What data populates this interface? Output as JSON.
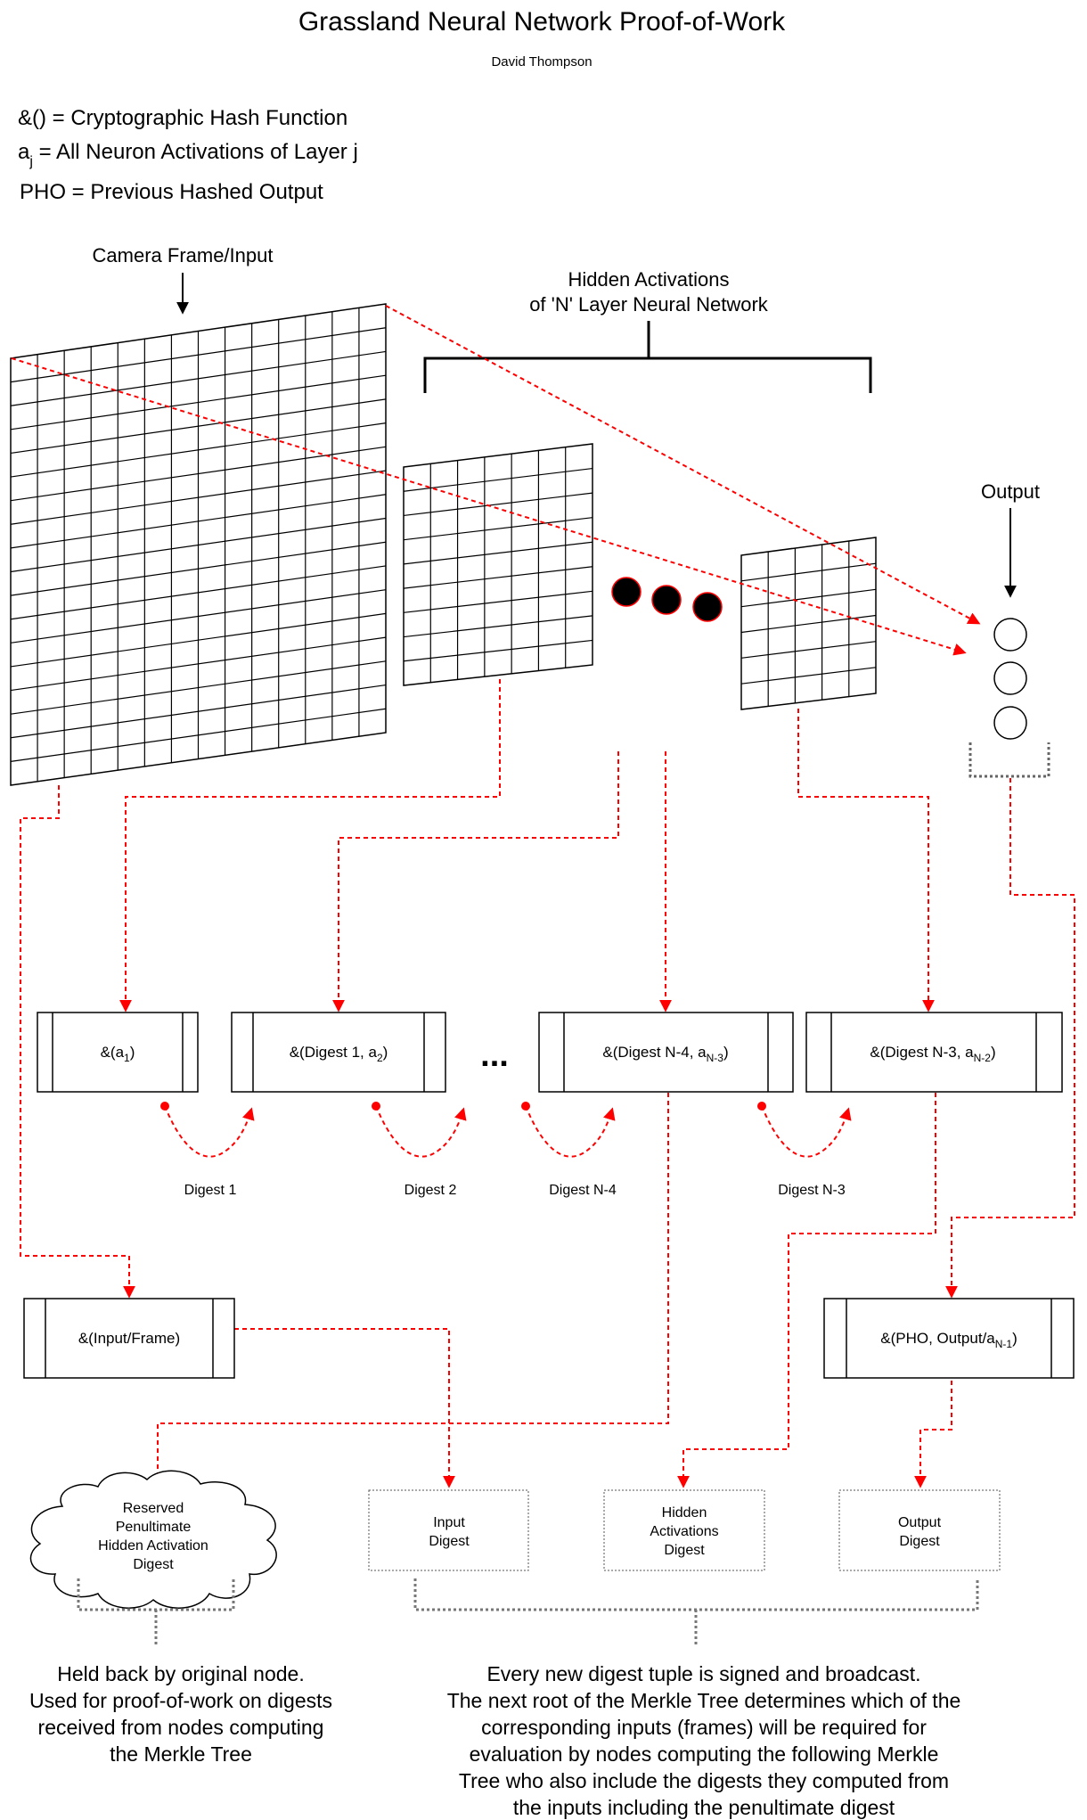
{
  "title": "Grassland Neural Network Proof-of-Work",
  "author": "David Thompson",
  "legend": {
    "hash_line": "&() = Cryptographic Hash Function",
    "activations_pre": "a",
    "activations_sub": "j",
    "activations_post": " = All Neuron Activations of Layer j",
    "pho_line": "PHO = Previous Hashed Output"
  },
  "labels": {
    "camera": "Camera Frame/Input",
    "hidden_line1": "Hidden Activations",
    "hidden_line2": "of 'N' Layer Neural Network",
    "output": "Output",
    "ellipsis": "..."
  },
  "hash_boxes": [
    {
      "pre": "&(a",
      "sub": "1",
      "post": ")"
    },
    {
      "pre": "&(Digest 1, a",
      "sub": "2",
      "post": ")"
    },
    {
      "pre": "&(Digest N-4, a",
      "sub": "N-3",
      "post": ")"
    },
    {
      "pre": "&(Digest N-3, a",
      "sub": "N-2",
      "post": ")"
    }
  ],
  "digest_labels": [
    "Digest 1",
    "Digest 2",
    "Digest N-4",
    "Digest N-3"
  ],
  "input_hash": "&(Input/Frame)",
  "output_hash": {
    "pre": "&(PHO, Output/a",
    "sub": "N-1",
    "post": ")"
  },
  "reserved": [
    "Reserved",
    "Penultimate",
    "Hidden Activation",
    "Digest"
  ],
  "digests": {
    "input": [
      "Input",
      "Digest"
    ],
    "hidden": [
      "Hidden",
      "Activations",
      "Digest"
    ],
    "output": [
      "Output",
      "Digest"
    ]
  },
  "notes": {
    "left": [
      "Held back by original node.",
      "Used for proof-of-work on digests",
      "received from nodes computing",
      "the Merkle Tree"
    ],
    "right": [
      "Every new digest tuple is signed and broadcast.",
      "The next root of the Merkle Tree determines which of the",
      "corresponding inputs (frames) will be required for",
      "evaluation by nodes computing the following Merkle",
      "Tree who also include the digests they computed from",
      "the inputs including the penultimate digest"
    ]
  },
  "colors": {
    "flow": "#ff0000",
    "dot_fill": "#000000",
    "outline": "#000000"
  }
}
